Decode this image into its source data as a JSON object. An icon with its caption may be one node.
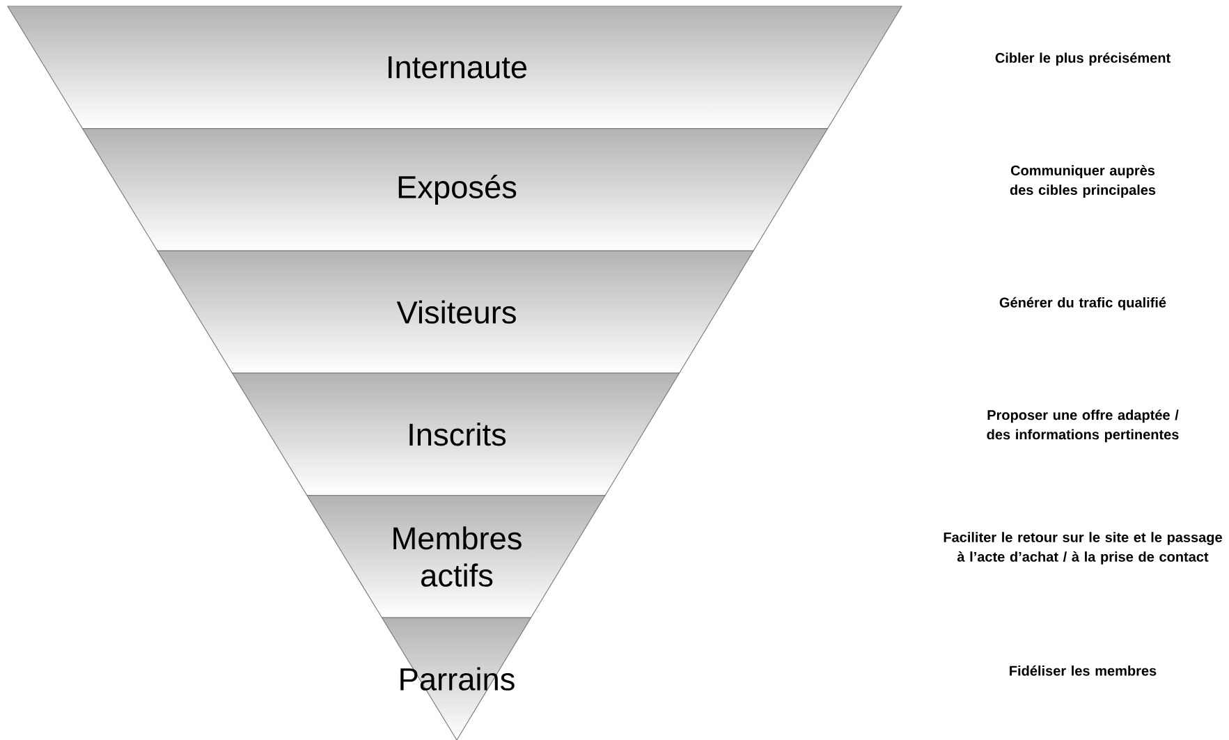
{
  "diagram": {
    "nodes": [
      {
        "text": [
          "Internaute"
        ]
      },
      {
        "text": [
          "Exposés"
        ]
      },
      {
        "text": [
          "Visiteurs"
        ]
      },
      {
        "text": [
          "Inscrits"
        ]
      },
      {
        "text": [
          "Membres actifs"
        ]
      },
      {
        "text": [
          "Parrains"
        ]
      }
    ],
    "labels": [
      "Cibler le plus précisément",
      "Communiquer auprès des cibles principales",
      "Générer du trafic qualifié",
      "Proposer une offre adaptée / des informations pertinentes",
      "Faciliter le retour sur le site et le passage à l’acte d’achat / à la prise de contact",
      "Fidéliser les membres"
    ]
  }
}
